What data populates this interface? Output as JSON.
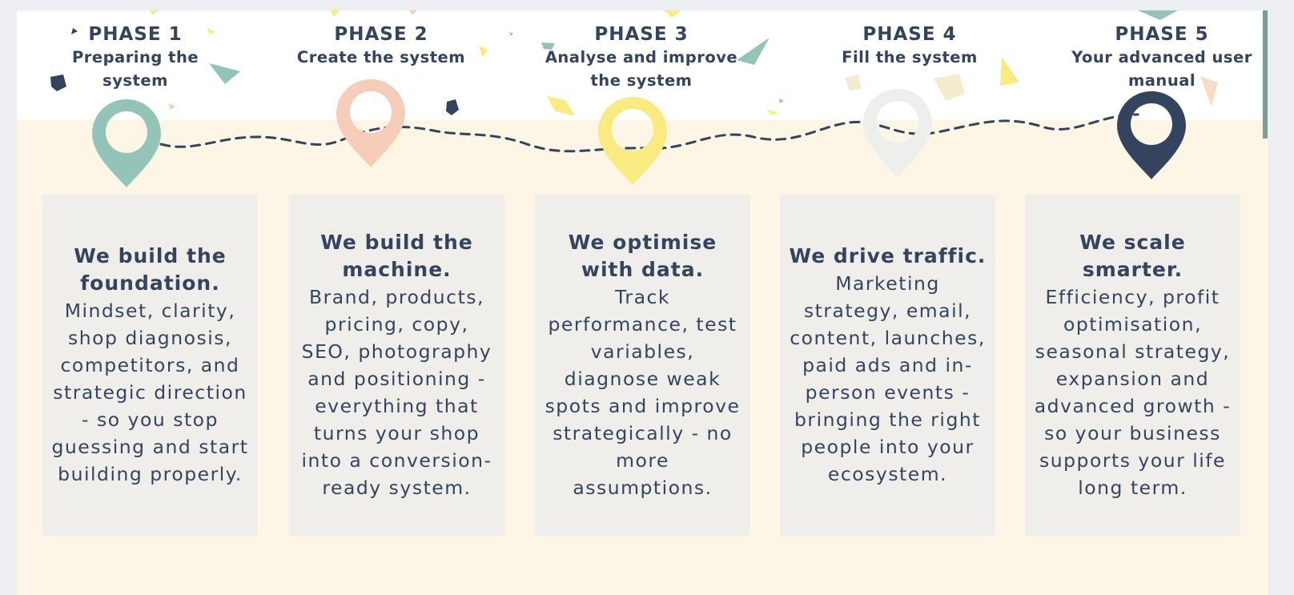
{
  "colors": {
    "navy": "#34445f",
    "mint": "#94c4b8",
    "peach": "#f6cdb8",
    "yellow": "#f9ea82",
    "light_grey": "#eeeeec",
    "cream": "#fdf5e6",
    "card": "#f0eeea"
  },
  "phases": [
    {
      "number": "PHASE 1",
      "subtitle": "Preparing the system",
      "pin_color": "mint",
      "icon": "map-pin-icon",
      "card_title": "We build the foundation.",
      "card_body": "Mindset, clarity, shop diagnosis, competitors, and strategic direction - so you stop guessing and start building properly."
    },
    {
      "number": "PHASE 2",
      "subtitle": "Create the system",
      "pin_color": "peach",
      "icon": "map-pin-icon",
      "card_title": "We build the machine.",
      "card_body": "Brand, products, pricing, copy, SEO, photography and positioning - everything that turns your shop into a conversion-ready system."
    },
    {
      "number": "PHASE 3",
      "subtitle": "Analyse and improve the system",
      "pin_color": "yellow",
      "icon": "map-pin-icon",
      "card_title": "We optimise with data.",
      "card_body": "Track performance, test variables, diagnose weak spots and improve strategically - no more assumptions."
    },
    {
      "number": "PHASE 4",
      "subtitle": "Fill the system",
      "pin_color": "light_grey",
      "icon": "map-pin-icon",
      "card_title": "We drive traffic.",
      "card_body": "Marketing strategy, email, content, launches, paid ads and in-person events - bringing the right people into your ecosystem."
    },
    {
      "number": "PHASE 5",
      "subtitle": "Your advanced user manual",
      "pin_color": "navy",
      "icon": "map-pin-icon",
      "card_title": "We scale smarter.",
      "card_body": "Efficiency, profit optimisation, seasonal strategy, expansion and advanced growth - so your business supports your life long term."
    }
  ]
}
